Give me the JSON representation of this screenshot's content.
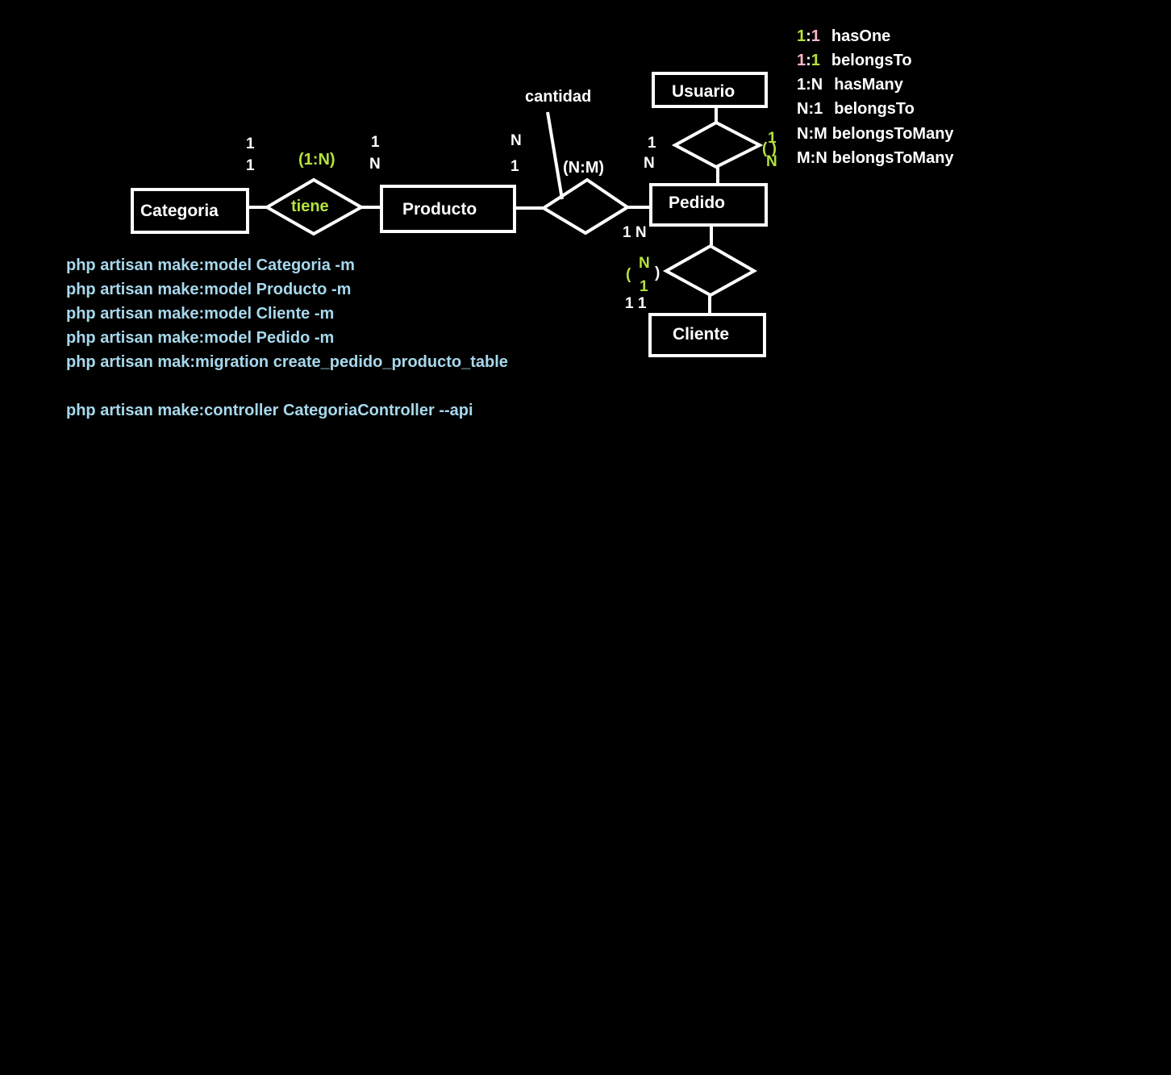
{
  "diagram": {
    "entities": {
      "categoria": "Categoria",
      "producto": "Producto",
      "usuario": "Usuario",
      "pedido": "Pedido",
      "cliente": "Cliente"
    },
    "relations": {
      "tiene": "tiene",
      "tiene_ratio": "(1:N)",
      "pedido_producto_ratio": "(N:M)",
      "pedido_producto_attr": "cantidad"
    },
    "cardinalities": {
      "categoria_top": "1",
      "categoria_bottom": "1",
      "producto_left_top": "1",
      "producto_left_bottom": "N",
      "producto_right_top": "N",
      "producto_right_bottom": "1",
      "pedido_top_a": "1",
      "pedido_top_b": "N",
      "pedido_bottom": "1 N",
      "cliente_top": "1 1",
      "usuario_side_1": "1",
      "usuario_side_paren": "( )",
      "usuario_side_n": "N",
      "cliente_side_n": "N",
      "cliente_side_open": "(",
      "cliente_side_close": ")",
      "cliente_side_1": "1"
    },
    "colors": {
      "line": "#ffffff",
      "green": "#b5e23c",
      "pink": "#ffb6c8",
      "command": "#a7d8ec",
      "background": "#000000"
    }
  },
  "legend": [
    {
      "a": "1",
      "sep": ":",
      "b": "1",
      "name": "hasOne",
      "a_color": "#b5e23c",
      "b_color": "#ffb6c8"
    },
    {
      "a": "1",
      "sep": ":",
      "b": "1",
      "name": "belongsTo",
      "a_color": "#ffb6c8",
      "b_color": "#b5e23c"
    },
    {
      "a": "1",
      "sep": ":",
      "b": "N",
      "name": "hasMany",
      "a_color": "#ffffff",
      "b_color": "#ffffff"
    },
    {
      "a": "N",
      "sep": ":",
      "b": "1",
      "name": "belongsTo",
      "a_color": "#ffffff",
      "b_color": "#ffffff"
    },
    {
      "a": "N",
      "sep": ":",
      "b": "M",
      "name": "belongsToMany",
      "a_color": "#ffffff",
      "b_color": "#ffffff"
    },
    {
      "a": "M",
      "sep": ":",
      "b": "N",
      "name": "belongsToMany",
      "a_color": "#ffffff",
      "b_color": "#ffffff"
    }
  ],
  "commands": [
    "php artisan make:model Categoria -m",
    "php artisan make:model Producto -m",
    "php artisan make:model Cliente -m",
    "php artisan make:model Pedido -m",
    "php artisan mak:migration create_pedido_producto_table",
    "php artisan make:controller CategoriaController --api"
  ]
}
